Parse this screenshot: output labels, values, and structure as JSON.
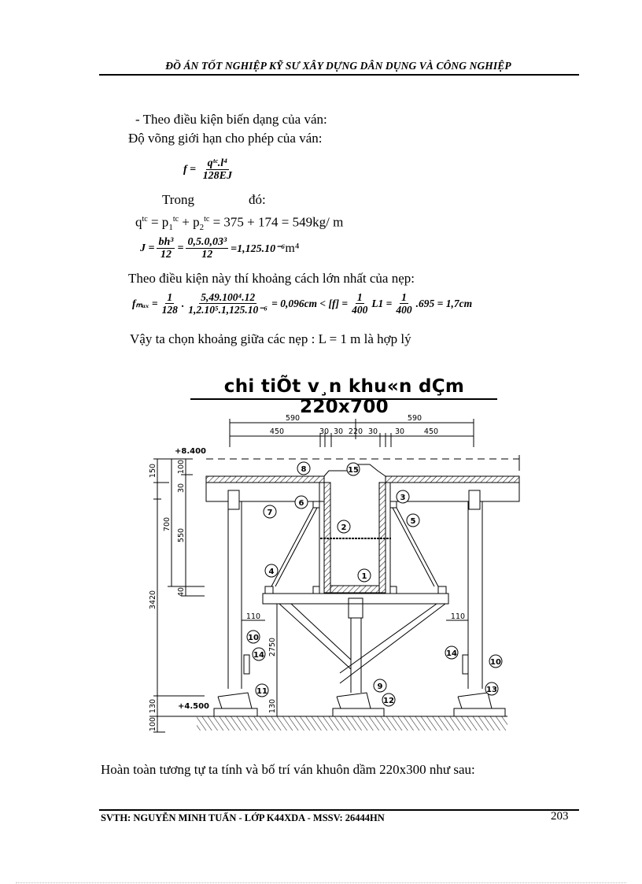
{
  "header": {
    "title": "ĐỒ ÁN TỐT NGHIỆP KỸ SƯ XÂY DỰNG DÂN DỤNG VÀ CÔNG NGHIỆP"
  },
  "body": {
    "line1": "- Theo điều kiện biến dạng của ván:",
    "line2": "Độ võng giới hạn cho phép của ván:",
    "formula_f": {
      "lhs": "f =",
      "num": "qᵗᶜ.l⁴",
      "den": "128EJ"
    },
    "trong": "Trong",
    "do": "đó:",
    "q_line": {
      "q": "q",
      "q_sup": "tc",
      "eq1": " = p",
      "p1_sub": "1",
      "p1_sup": "tc",
      "plus": " + p",
      "p2_sub": "2",
      "p2_sup": "tc",
      "rest": " = 375 + 174 = 549kg/ m"
    },
    "formula_J": {
      "lhs": "J =",
      "num1": "bh³",
      "den1": "12",
      "eq": "=",
      "num2": "0,5.0,03³",
      "den2": "12",
      "result": "=1,125.10⁻⁶",
      "unit": " m⁴"
    },
    "line_condition": "Theo điều kiện này thí khoảng cách lớn nhất của nẹp:",
    "formula_fmax": {
      "lhs": "fₘₐₓ =",
      "n1": "1",
      "d1": "128",
      "dot": ".",
      "n2": "5,49.100⁴.12",
      "d2": "1,2.10⁵.1,125.10⁻⁶",
      "mid": "= 0,096cm < [f] =",
      "n3": "1",
      "d3": "400",
      "l1": "L1 =",
      "n4": "1",
      "d4": "400",
      "tail": ".695 = 1,7cm"
    },
    "conclusion": "Vậy ta chọn khoảng giữa các nẹp : L = 1 m là hợp lý",
    "after_drawing": "Hoàn toàn tương tự ta tính và bố trí ván khuôn dầm 220x300 như sau:"
  },
  "drawing": {
    "title": "chi tiÕt v¸n khu«n dÇm 220x700",
    "top_dims": {
      "row1": [
        "590",
        "590"
      ],
      "row2": [
        "450",
        "30",
        "30",
        "220",
        "30",
        "30",
        "450"
      ]
    },
    "left_dims": {
      "outer": [
        "150",
        "3420",
        "130",
        "100"
      ],
      "inner": [
        "100",
        "30",
        "700",
        "550",
        "40"
      ]
    },
    "elevations": {
      "top": "+8.400",
      "bottom": "+4.500"
    },
    "other_dims": {
      "d110_left": "110",
      "d110_right": "110",
      "d2750": "2750",
      "d130": "130"
    },
    "callouts": [
      "1",
      "2",
      "3",
      "4",
      "5",
      "6",
      "7",
      "8",
      "9",
      "10",
      "11",
      "12",
      "13",
      "14",
      "15",
      "10",
      "14"
    ]
  },
  "footer": {
    "left": "SVTH: NGUYỄN MINH TUẤN  - LỚP K44XDA - MSSV: 26444HN",
    "page": "203"
  }
}
